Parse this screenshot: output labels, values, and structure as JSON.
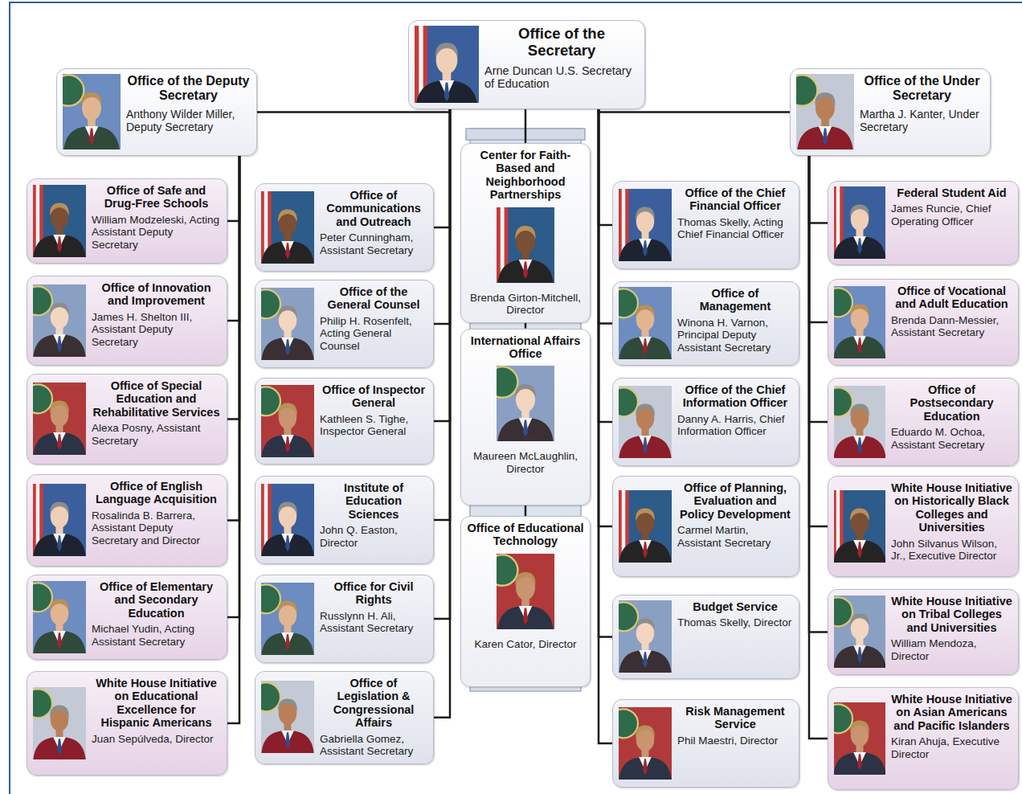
{
  "diagram": {
    "nodes": [
      {
        "text": [
          "Office of the Secretary",
          "Arne Duncan U.S. Secretary of Education"
        ]
      },
      {
        "text": [
          "Office of the Deputy Secretary",
          "Anthony Wilder Miller, Deputy Secretary"
        ]
      },
      {
        "text": [
          "Office of the Under Secretary",
          "Martha J. Kanter, Under Secretary"
        ]
      },
      {
        "text": [
          "Office of Safe and Drug-Free Schools",
          "William Modzeleski, Acting Assistant Deputy Secretary"
        ]
      },
      {
        "text": [
          "Office of Innovation and Improvement",
          "James H. Shelton III, Assistant Deputy Secretary"
        ]
      },
      {
        "text": [
          "Office of Special Education and Rehabilitative Services",
          "Alexa Posny, Assistant Secretary"
        ]
      },
      {
        "text": [
          "Office of English Language Acquisition",
          "Rosalinda B. Barrera, Assistant Deputy Secretary and Director"
        ]
      },
      {
        "text": [
          "Office of Elementary and Secondary Education",
          "Michael Yudin, Acting Assistant Secretary"
        ]
      },
      {
        "text": [
          "White House Initiative on Educational Excellence for Hispanic Americans",
          "Juan Sepúlveda, Director"
        ]
      },
      {
        "text": [
          "Office of Communications and Outreach",
          "Peter Cunningham, Assistant Secretary"
        ]
      },
      {
        "text": [
          "Office of the General Counsel",
          "Philip H. Rosenfelt, Acting General Counsel"
        ]
      },
      {
        "text": [
          "Office of Inspector General",
          "Kathleen S. Tighe, Inspector General"
        ]
      },
      {
        "text": [
          "Institute of Education Sciences",
          "John Q. Easton, Director"
        ]
      },
      {
        "text": [
          "Office for Civil Rights",
          "Russlynn H. Ali, Assistant Secretary"
        ]
      },
      {
        "text": [
          "Office of Legislation & Congressional Affairs",
          "Gabriella Gomez, Assistant Secretary"
        ]
      },
      {
        "text": [
          "Center for Faith-Based and Neighborhood Partnerships",
          "Brenda Girton-Mitchell, Director"
        ]
      },
      {
        "text": [
          "International Affairs Office",
          "Maureen McLaughlin, Director"
        ]
      },
      {
        "text": [
          "Office of Educational Technology",
          "Karen Cator, Director"
        ]
      },
      {
        "text": [
          "Office of the Chief Financial Officer",
          "Thomas Skelly, Acting Chief Financial Officer"
        ]
      },
      {
        "text": [
          "Office of Management",
          "Winona H. Varnon, Principal Deputy Assistant Secretary"
        ]
      },
      {
        "text": [
          "Office of the Chief Information Officer",
          "Danny A. Harris, Chief Information Officer"
        ]
      },
      {
        "text": [
          "Office of Planning, Evaluation and Policy Development",
          "Carmel Martin, Assistant Secretary"
        ]
      },
      {
        "text": [
          "Budget Service",
          "Thomas Skelly, Director"
        ]
      },
      {
        "text": [
          "Risk Management Service",
          "Phil Maestri, Director"
        ]
      },
      {
        "text": [
          "Federal Student Aid",
          "James Runcie, Chief Operating Officer"
        ]
      },
      {
        "text": [
          "Office of Vocational and Adult Education",
          "Brenda Dann-Messier, Assistant Secretary"
        ]
      },
      {
        "text": [
          "Office of Postsecondary Education",
          "Eduardo M. Ochoa, Assistant Secretary"
        ]
      },
      {
        "text": [
          "White House Initiative on Historically Black Colleges and Universities",
          "John Silvanus Wilson, Jr., Executive Director"
        ]
      },
      {
        "text": [
          "White House Initiative on Tribal Colleges and Universities",
          "William Mendoza, Director"
        ]
      },
      {
        "text": [
          "White House Initiative on Asian Americans and Pacific Islanders",
          "Kiran Ahuja, Executive Director"
        ]
      }
    ],
    "edges": [
      {
        "from": 0,
        "to": 1,
        "arrow": "none"
      },
      {
        "from": 0,
        "to": 2,
        "arrow": "none"
      },
      {
        "from": 1,
        "to": 3,
        "arrow": "none"
      },
      {
        "from": 1,
        "to": 4,
        "arrow": "none"
      },
      {
        "from": 1,
        "to": 5,
        "arrow": "none"
      },
      {
        "from": 1,
        "to": 6,
        "arrow": "none"
      },
      {
        "from": 1,
        "to": 7,
        "arrow": "none"
      },
      {
        "from": 1,
        "to": 8,
        "arrow": "none"
      },
      {
        "from": 0,
        "to": 9,
        "arrow": "none"
      },
      {
        "from": 0,
        "to": 10,
        "arrow": "none"
      },
      {
        "from": 0,
        "to": 11,
        "arrow": "none"
      },
      {
        "from": 0,
        "to": 12,
        "arrow": "none"
      },
      {
        "from": 0,
        "to": 13,
        "arrow": "none"
      },
      {
        "from": 0,
        "to": 14,
        "arrow": "none"
      },
      {
        "from": 0,
        "to": 15,
        "arrow": "none"
      },
      {
        "from": 15,
        "to": 16,
        "arrow": "none"
      },
      {
        "from": 16,
        "to": 17,
        "arrow": "none"
      },
      {
        "from": 0,
        "to": 18,
        "arrow": "none"
      },
      {
        "from": 0,
        "to": 19,
        "arrow": "none"
      },
      {
        "from": 0,
        "to": 20,
        "arrow": "none"
      },
      {
        "from": 0,
        "to": 21,
        "arrow": "none"
      },
      {
        "from": 0,
        "to": 22,
        "arrow": "none"
      },
      {
        "from": 0,
        "to": 23,
        "arrow": "none"
      },
      {
        "from": 2,
        "to": 24,
        "arrow": "none"
      },
      {
        "from": 2,
        "to": 25,
        "arrow": "none"
      },
      {
        "from": 2,
        "to": 26,
        "arrow": "none"
      },
      {
        "from": 2,
        "to": 27,
        "arrow": "none"
      },
      {
        "from": 2,
        "to": 28,
        "arrow": "none"
      },
      {
        "from": 2,
        "to": 29,
        "arrow": "none"
      }
    ]
  }
}
